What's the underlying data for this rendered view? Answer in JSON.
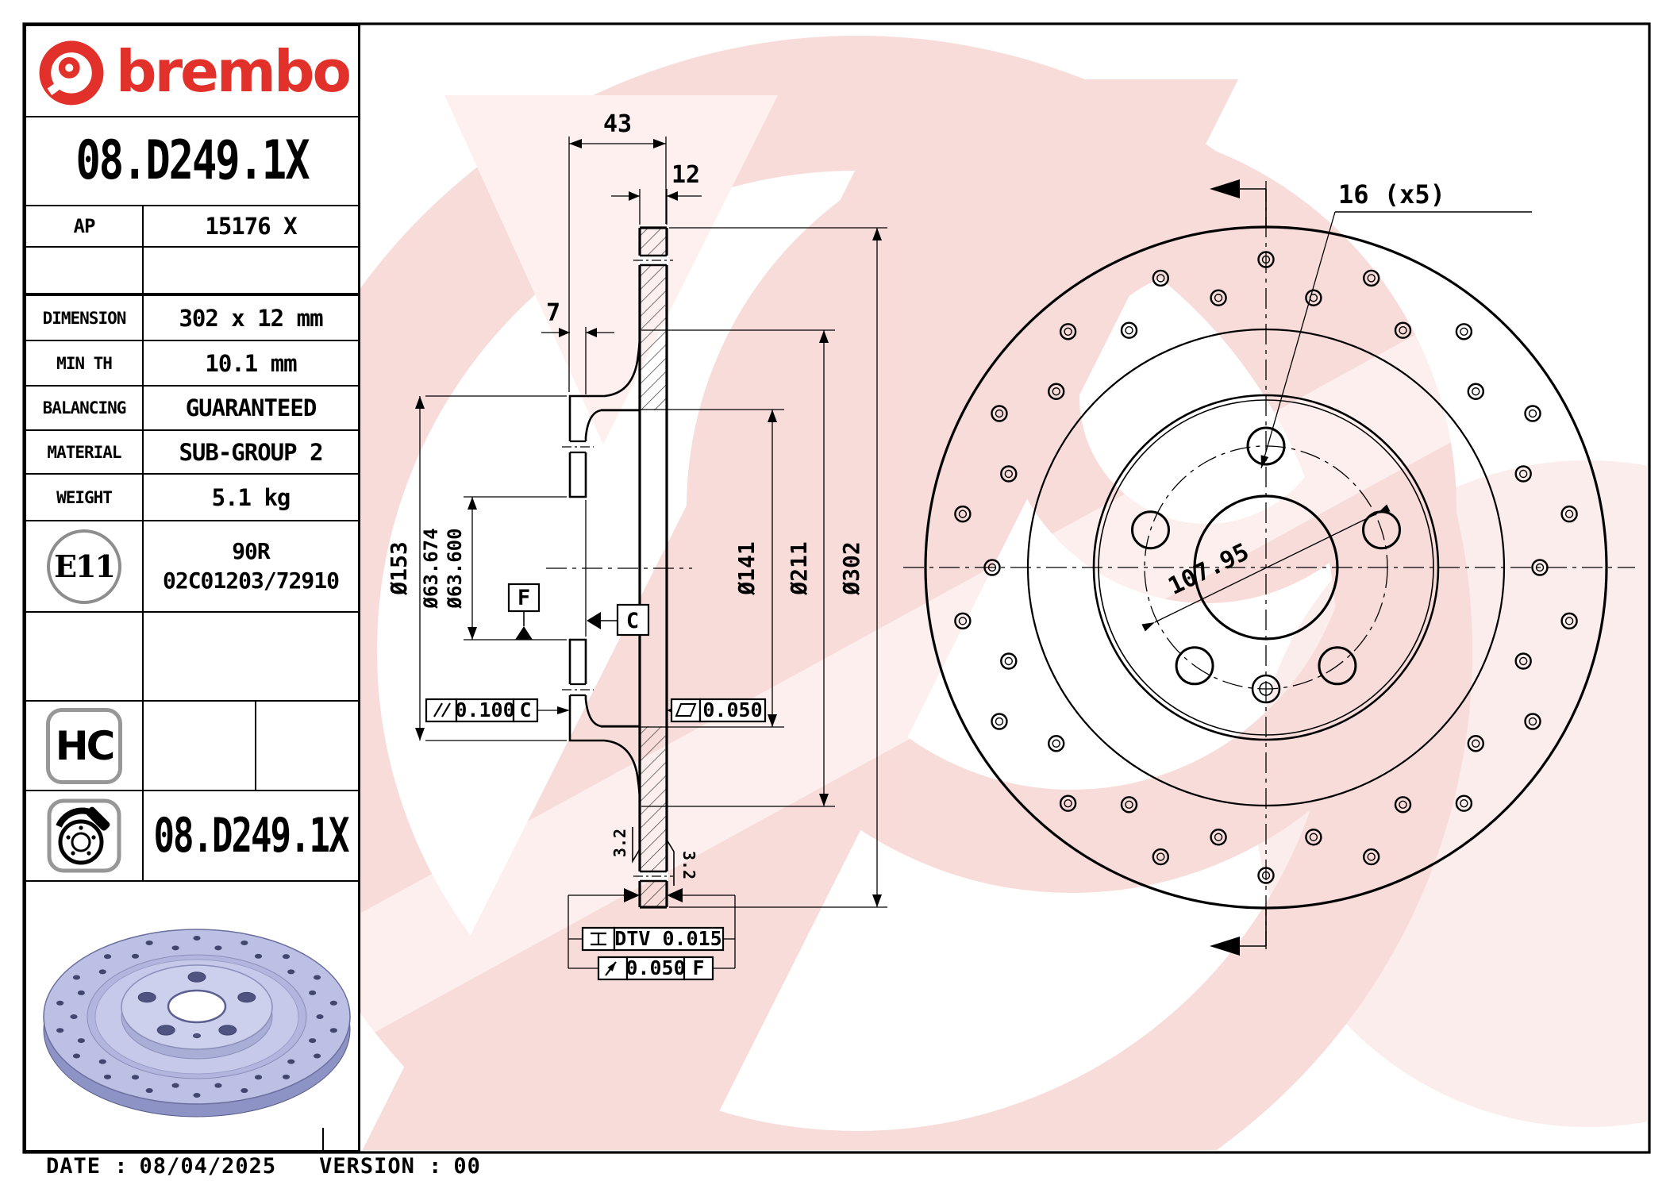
{
  "title_block": {
    "brand": "brembo",
    "part_number": "08.D249.1X",
    "spec_rows": [
      {
        "label": "AP",
        "value": "15176 X"
      },
      {
        "label": "",
        "value": ""
      },
      {
        "label": "DIMENSION",
        "value": "302 x 12 mm"
      },
      {
        "label": "MIN TH",
        "value": "10.1 mm"
      },
      {
        "label": "BALANCING",
        "value": "GUARANTEED"
      },
      {
        "label": "MATERIAL",
        "value": "SUB-GROUP 2"
      },
      {
        "label": "WEIGHT",
        "value": "5.1 kg"
      }
    ],
    "e_mark": {
      "code": "E11",
      "line1": "90R",
      "line2": "02C01203/72910"
    },
    "hc_badge": "HC",
    "part_number_repeat": "08.D249.1X"
  },
  "section_view": {
    "width_total": "43",
    "thickness": "12",
    "flange_thickness": "7",
    "dia_flange": "Ø153",
    "dia_bore_max": "Ø63.674",
    "dia_bore_min": "Ø63.600",
    "dia_hat_inner": "Ø141",
    "dia_band_inner": "Ø211",
    "dia_outer": "Ø302",
    "parallelism": {
      "value": "0.100",
      "datum": "C"
    },
    "flatness": {
      "value": "0.050"
    },
    "dtv": "DTV 0.015",
    "runout": {
      "value": "0.050",
      "datum": "F"
    },
    "datum_f": "F",
    "datum_c": "C",
    "roughness_left": "3.2",
    "roughness_right": "3.2"
  },
  "front_view": {
    "holes_label": "16 (x5)",
    "bolt_circle_dia": "107.95"
  },
  "footer": {
    "date_label": "DATE :",
    "date": "08/04/2025",
    "version_label": "VERSION :",
    "version": "00"
  },
  "colors": {
    "brand_red": "#e2312a",
    "watermark_pink": "#f8dcd9",
    "render_lavender": "#bcc0e4"
  }
}
